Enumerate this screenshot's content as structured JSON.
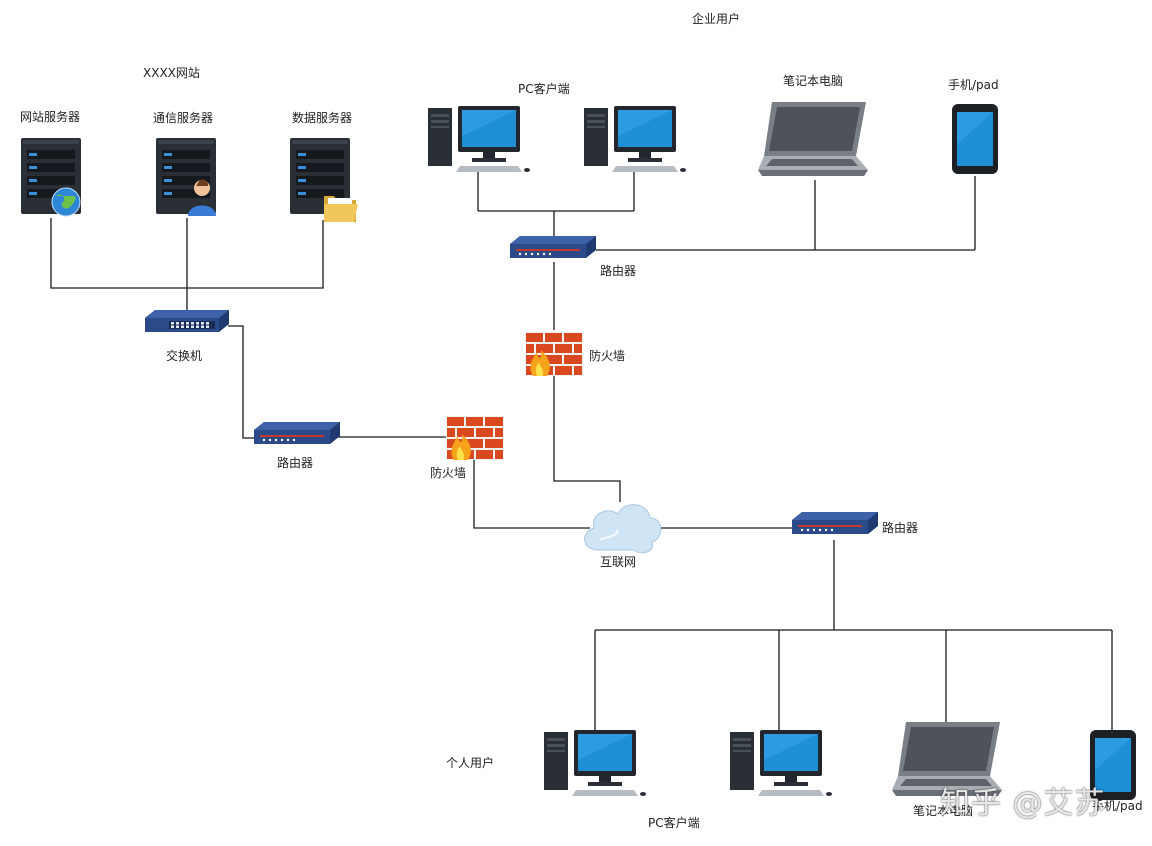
{
  "labels": {
    "enterprise_users": "企业用户",
    "website": "XXXX网站",
    "web_server": "网站服务器",
    "comm_server": "通信服务器",
    "data_server": "数据服务器",
    "switch": "交换机",
    "router_left": "路由器",
    "firewall_left": "防火墙",
    "pc_client_top": "PC客户端",
    "laptop_top": "笔记本电脑",
    "phone_top": "手机/pad",
    "router_top": "路由器",
    "firewall_top": "防火墙",
    "internet": "互联网",
    "router_bottom": "路由器",
    "personal_users": "个人用户",
    "pc_client_bottom": "PC客户端",
    "laptop_bottom": "笔记本电脑",
    "phone_bottom": "手机/pad"
  },
  "watermark": "知乎 @艾苏",
  "colors": {
    "line": "#1a1a1a",
    "server_body": "#2a2f36",
    "server_led": "#3a8fd8",
    "router_body": "#2b4a8a",
    "firewall_brick": "#d9481f",
    "monitor_screen": "#1f8fd6",
    "cloud": "#cfe4f5"
  }
}
